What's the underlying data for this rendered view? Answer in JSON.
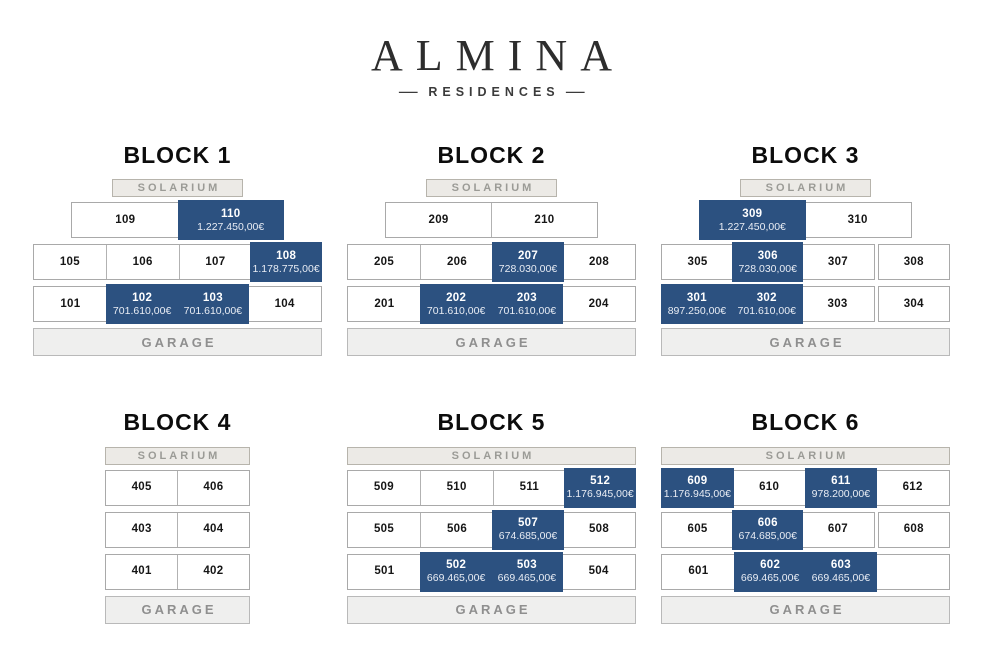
{
  "brand": {
    "name": "ALMINA",
    "tagline": "RESIDENCES",
    "dash": "—"
  },
  "labels": {
    "solarium": "SOLARIUM",
    "garage": "GARAGE"
  },
  "colors": {
    "unit_highlight": "#2c5180",
    "bar_background": "#eceae6",
    "bar_border": "#b7b4ac",
    "cell_border": "#b2b2b2"
  },
  "blocks": [
    {
      "id": "block-1",
      "title": "BLOCK 1",
      "narrow": false,
      "solarium_full": false,
      "floors": [
        {
          "inset": true,
          "segments": [
            [
              {
                "unit": "109"
              },
              {
                "unit": "110",
                "price": "1.227.450,00€"
              }
            ]
          ]
        },
        {
          "inset": false,
          "segments": [
            [
              {
                "unit": "105"
              },
              {
                "unit": "106"
              },
              {
                "unit": "107"
              },
              {
                "unit": "108",
                "price": "1.178.775,00€"
              }
            ]
          ]
        },
        {
          "inset": false,
          "segments": [
            [
              {
                "unit": "101"
              },
              {
                "unit": "102",
                "price": "701.610,00€"
              },
              {
                "unit": "103",
                "price": "701.610,00€"
              },
              {
                "unit": "104"
              }
            ]
          ]
        }
      ]
    },
    {
      "id": "block-2",
      "title": "BLOCK 2",
      "narrow": false,
      "solarium_full": false,
      "floors": [
        {
          "inset": true,
          "segments": [
            [
              {
                "unit": "209"
              },
              {
                "unit": "210"
              }
            ]
          ]
        },
        {
          "inset": false,
          "segments": [
            [
              {
                "unit": "205"
              },
              {
                "unit": "206"
              },
              {
                "unit": "207",
                "price": "728.030,00€"
              },
              {
                "unit": "208"
              }
            ]
          ]
        },
        {
          "inset": false,
          "segments": [
            [
              {
                "unit": "201"
              },
              {
                "unit": "202",
                "price": "701.610,00€"
              },
              {
                "unit": "203",
                "price": "701.610,00€"
              },
              {
                "unit": "204"
              }
            ]
          ]
        }
      ]
    },
    {
      "id": "block-3",
      "title": "BLOCK 3",
      "narrow": false,
      "solarium_full": false,
      "floors": [
        {
          "inset": true,
          "segments": [
            [
              {
                "unit": "309",
                "price": "1.227.450,00€"
              },
              {
                "unit": "310"
              }
            ]
          ]
        },
        {
          "inset": false,
          "segments": [
            [
              {
                "unit": "305"
              },
              {
                "unit": "306",
                "price": "728.030,00€"
              },
              {
                "unit": "307"
              }
            ],
            [
              {
                "unit": "308"
              }
            ]
          ]
        },
        {
          "inset": false,
          "segments": [
            [
              {
                "unit": "301",
                "price": "897.250,00€"
              },
              {
                "unit": "302",
                "price": "701.610,00€"
              },
              {
                "unit": "303"
              }
            ],
            [
              {
                "unit": "304"
              }
            ]
          ]
        }
      ]
    },
    {
      "id": "block-4",
      "title": "BLOCK 4",
      "narrow": true,
      "solarium_full": true,
      "floors": [
        {
          "inset": false,
          "segments": [
            [
              {
                "unit": "405"
              },
              {
                "unit": "406"
              }
            ]
          ]
        },
        {
          "inset": false,
          "segments": [
            [
              {
                "unit": "403"
              },
              {
                "unit": "404"
              }
            ]
          ]
        },
        {
          "inset": false,
          "segments": [
            [
              {
                "unit": "401"
              },
              {
                "unit": "402"
              }
            ]
          ]
        }
      ]
    },
    {
      "id": "block-5",
      "title": "BLOCK 5",
      "narrow": false,
      "solarium_full": true,
      "floors": [
        {
          "inset": false,
          "segments": [
            [
              {
                "unit": "509"
              },
              {
                "unit": "510"
              },
              {
                "unit": "511"
              },
              {
                "unit": "512",
                "price": "1.176.945,00€"
              }
            ]
          ]
        },
        {
          "inset": false,
          "segments": [
            [
              {
                "unit": "505"
              },
              {
                "unit": "506"
              },
              {
                "unit": "507",
                "price": "674.685,00€"
              },
              {
                "unit": "508"
              }
            ]
          ]
        },
        {
          "inset": false,
          "segments": [
            [
              {
                "unit": "501"
              },
              {
                "unit": "502",
                "price": "669.465,00€"
              },
              {
                "unit": "503",
                "price": "669.465,00€"
              },
              {
                "unit": "504"
              }
            ]
          ]
        }
      ]
    },
    {
      "id": "block-6",
      "title": "BLOCK 6",
      "narrow": false,
      "solarium_full": true,
      "floors": [
        {
          "inset": false,
          "segments": [
            [
              {
                "unit": "609",
                "price": "1.176.945,00€"
              },
              {
                "unit": "610"
              },
              {
                "unit": "611",
                "price": "978.200,00€"
              },
              {
                "unit": "612"
              }
            ]
          ]
        },
        {
          "inset": false,
          "segments": [
            [
              {
                "unit": "605"
              },
              {
                "unit": "606",
                "price": "674.685,00€"
              },
              {
                "unit": "607"
              }
            ],
            [
              {
                "unit": "608"
              }
            ]
          ]
        },
        {
          "inset": false,
          "segments": [
            [
              {
                "unit": "601"
              },
              {
                "unit": "602",
                "price": "669.465,00€"
              },
              {
                "unit": "603",
                "price": "669.465,00€"
              },
              {
                "unit": ""
              }
            ]
          ]
        }
      ]
    }
  ]
}
